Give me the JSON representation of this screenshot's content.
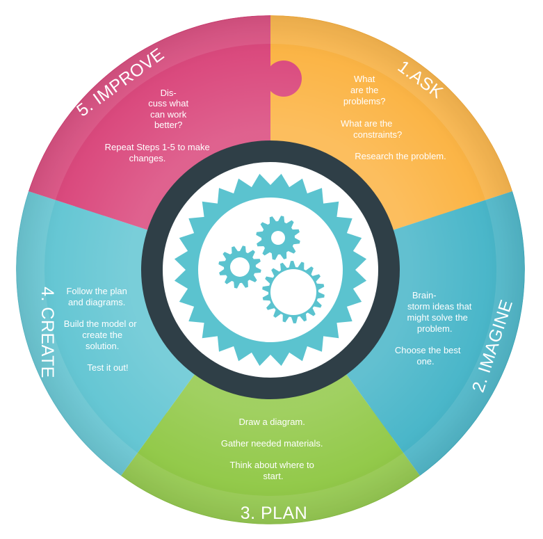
{
  "colors": {
    "ask": "#fbb03b",
    "imagine": "#3fb2c6",
    "plan": "#8cc63f",
    "create": "#5cc3d1",
    "improve": "#d83f76",
    "inner_ring": "#2f3f47",
    "gear": "#5bc3cf",
    "hub": "#ffffff"
  },
  "icons": {
    "center": "gears-icon"
  },
  "stages": [
    {
      "id": "ask",
      "title": "1.ASK",
      "lines": [
        "What",
        "are the",
        "problems?",
        "",
        "What are the",
        "constraints?",
        "",
        "Research the problem."
      ]
    },
    {
      "id": "imagine",
      "title": "2. IMAGINE",
      "lines": [
        "Brain-",
        "storm ideas that",
        "might solve the",
        "problem.",
        "",
        "Choose the best",
        "one."
      ]
    },
    {
      "id": "plan",
      "title": "3. PLAN",
      "lines": [
        "Draw a diagram.",
        "",
        "Gather needed materials.",
        "",
        "Think about where to",
        "start."
      ]
    },
    {
      "id": "create",
      "title": "4. CREATE",
      "lines": [
        "Follow the plan",
        "and diagrams.",
        "",
        "Build the model or",
        "create the",
        "solution.",
        "",
        "Test it out!"
      ]
    },
    {
      "id": "improve",
      "title": "5. IMPROVE",
      "lines": [
        "Dis-",
        "cuss what",
        "can work",
        "better?",
        "",
        "Repeat Steps 1-5 to make",
        "changes."
      ]
    }
  ]
}
